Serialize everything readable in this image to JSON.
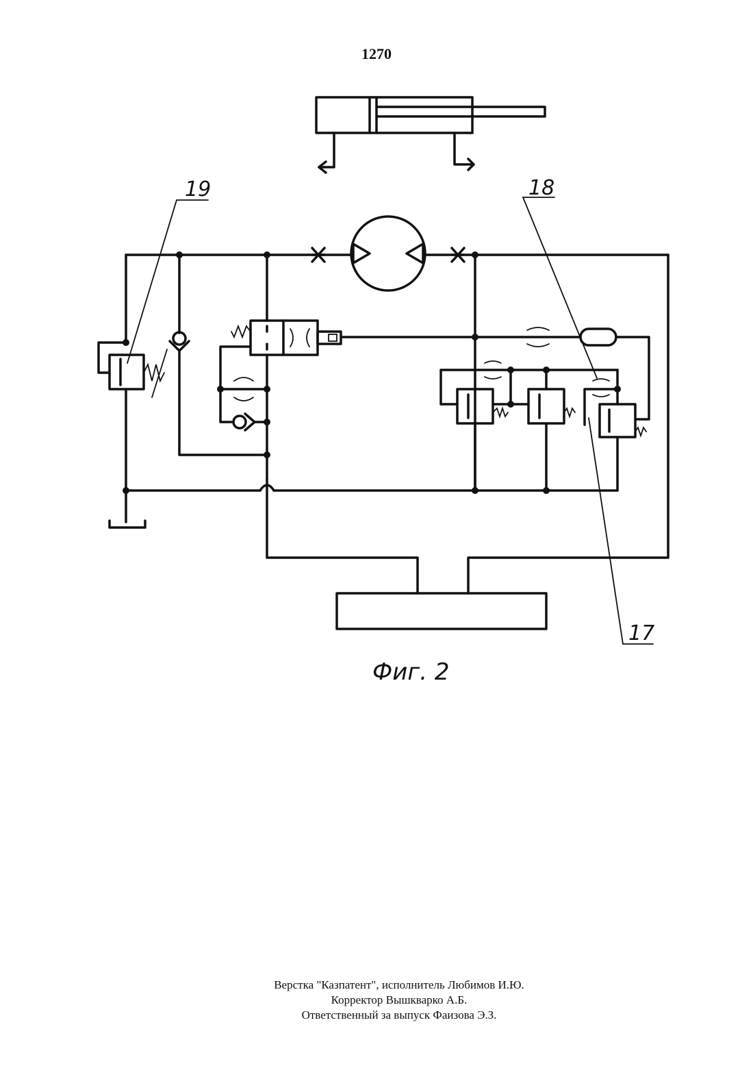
{
  "page": {
    "number": "1270"
  },
  "figure": {
    "caption": "Фиг. 2",
    "labels": {
      "ref_19": "19",
      "ref_18": "18",
      "ref_17": "17"
    }
  },
  "footer": {
    "lines": [
      "Верстка \"Казпатент\", исполнитель Любимов И.Ю.",
      "Корректор Вышкварко А.Б.",
      "Ответственный за выпуск Фаизова Э.З."
    ]
  }
}
